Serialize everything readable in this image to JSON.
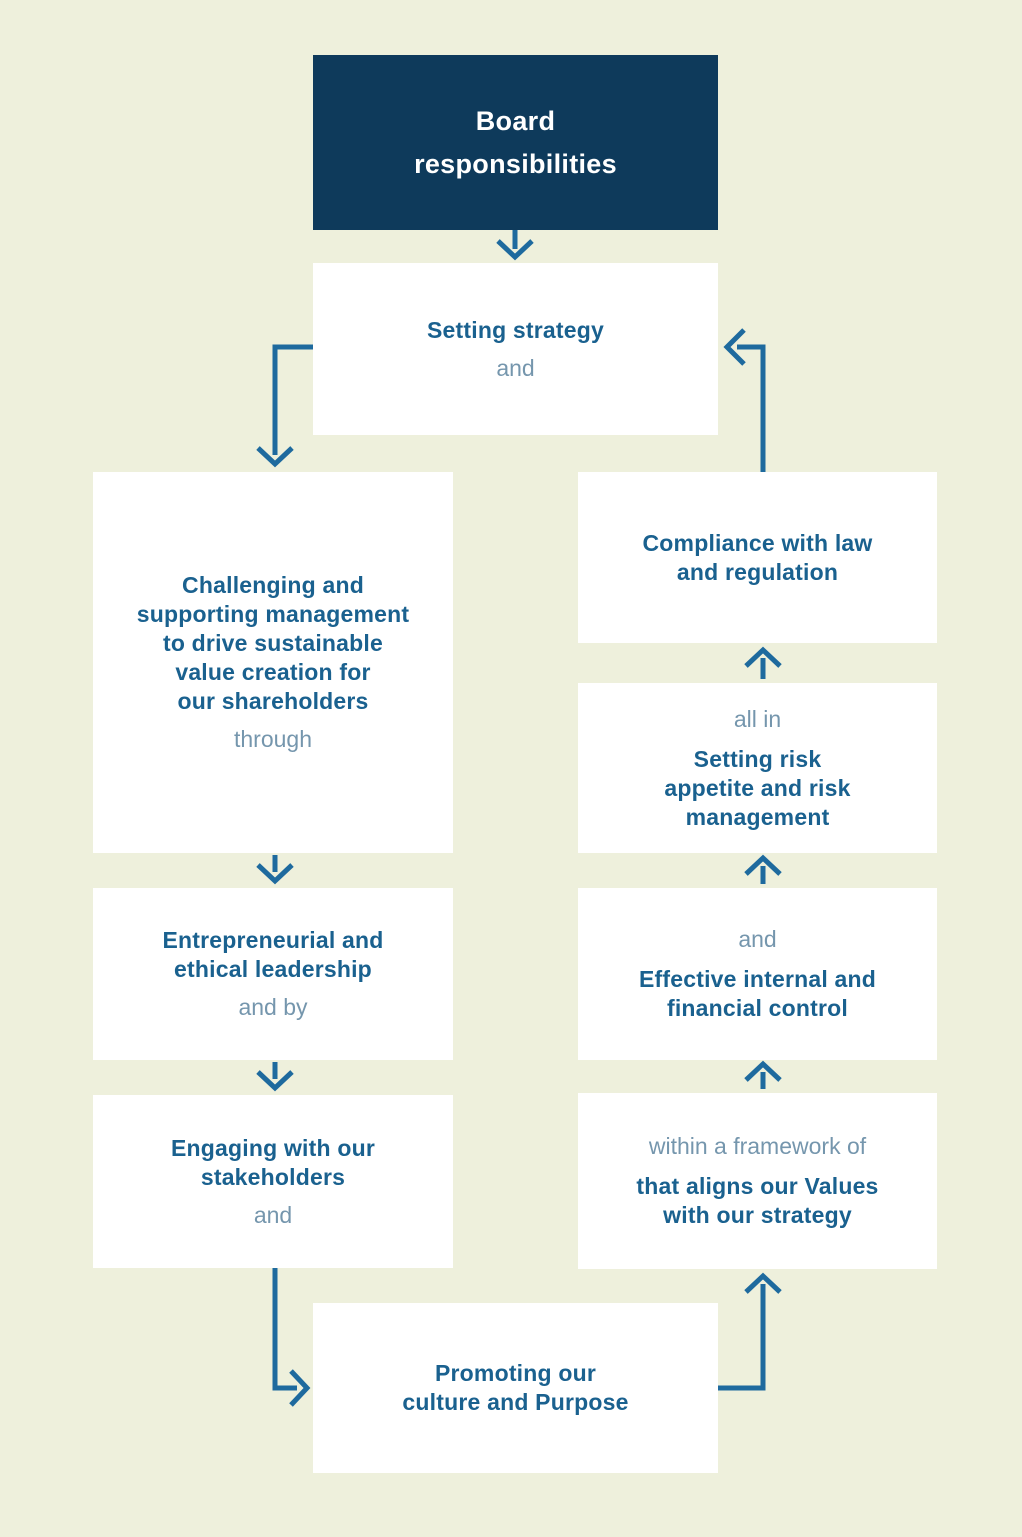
{
  "diagram": {
    "title": "Board responsibilities",
    "header": {
      "lines": [
        "Board",
        "responsibilities"
      ]
    },
    "nodes": {
      "setting_strategy": {
        "title_lines": [
          "Setting strategy"
        ],
        "connector_after": "and"
      },
      "challenging": {
        "title_lines": [
          "Challenging and",
          "supporting management",
          "to drive sustainable",
          "value creation for",
          "our shareholders"
        ],
        "connector_after": "through"
      },
      "entrepreneurial": {
        "title_lines": [
          "Entrepreneurial and",
          "ethical leadership"
        ],
        "connector_after": "and by"
      },
      "engaging": {
        "title_lines": [
          "Engaging with our",
          "stakeholders"
        ],
        "connector_after": "and"
      },
      "promoting": {
        "title_lines": [
          "Promoting our",
          "culture and Purpose"
        ]
      },
      "values": {
        "connector_before": "within a framework of",
        "title_lines": [
          "that aligns our Values",
          "with our strategy"
        ]
      },
      "effective": {
        "connector_before": "and",
        "title_lines": [
          "Effective internal and",
          "financial control"
        ]
      },
      "risk": {
        "connector_before": "all in",
        "title_lines": [
          "Setting risk",
          "appetite and risk",
          "management"
        ]
      },
      "compliance": {
        "title_lines": [
          "Compliance with law",
          "and regulation"
        ]
      }
    },
    "colors": {
      "background": "#eef0dc",
      "node_background": "#ffffff",
      "header_background": "#0e3a5b",
      "header_text": "#ffffff",
      "title_text": "#1a618f",
      "connector_word_text": "#7596ad",
      "arrow": "#1e6a9e"
    }
  }
}
